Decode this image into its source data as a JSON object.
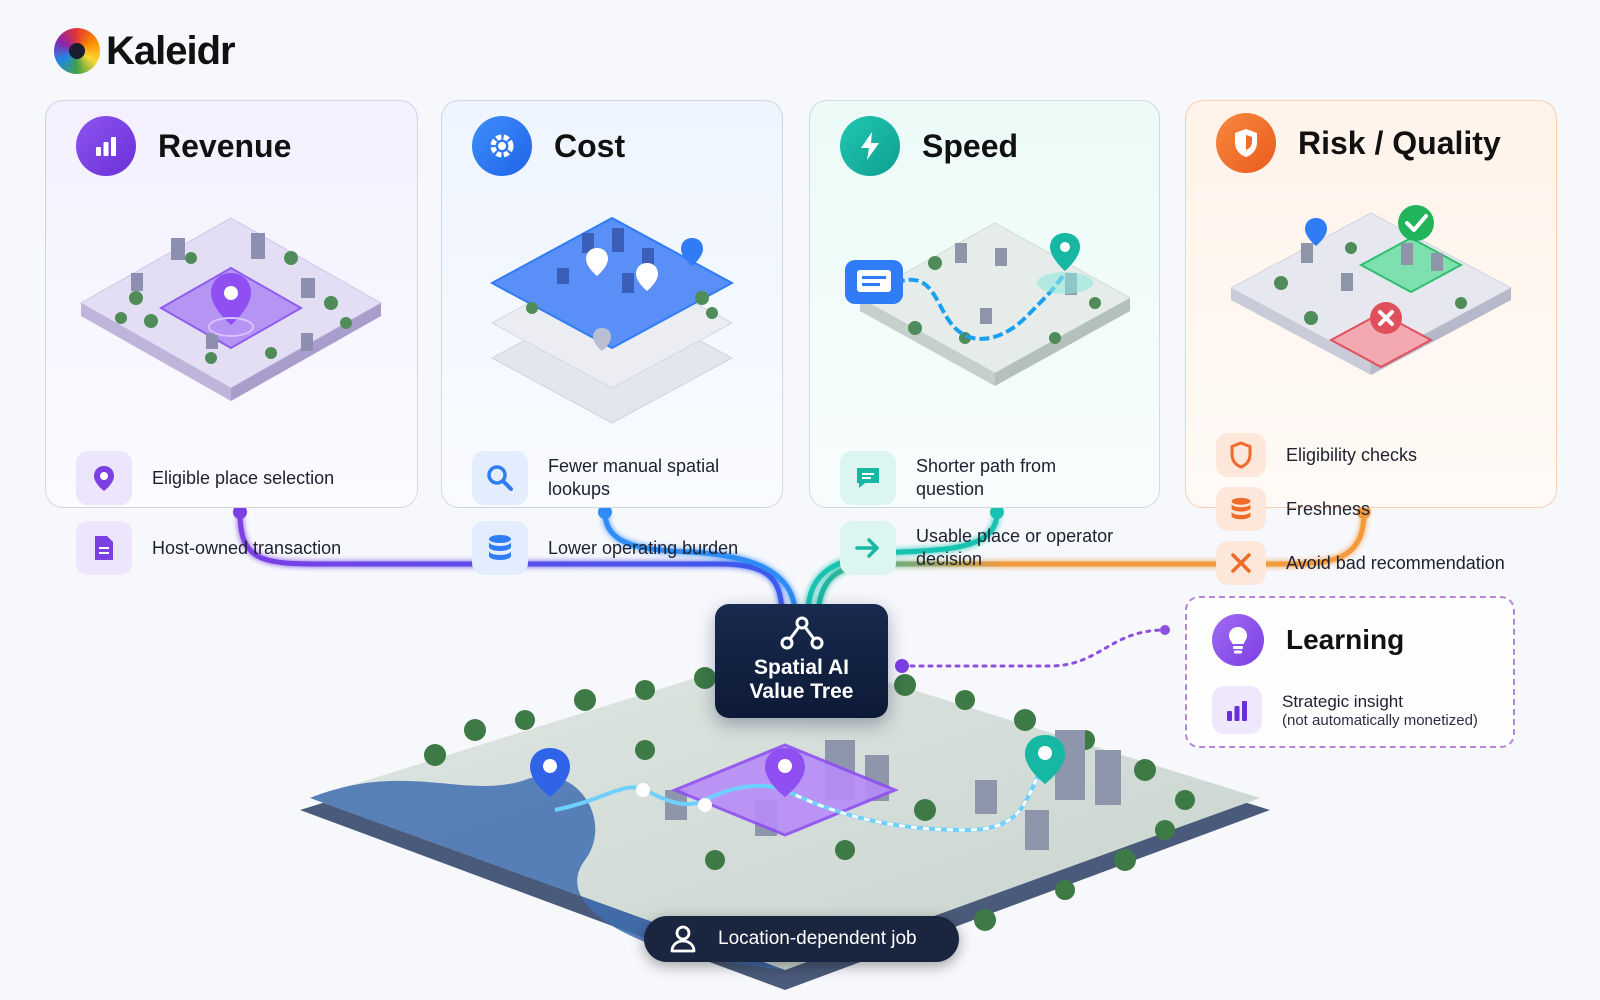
{
  "brand": {
    "name": "Kaleidr"
  },
  "colors": {
    "revenue": "#7b3fe4",
    "cost": "#2f7cf6",
    "speed": "#14b8a6",
    "risk": "#f06a2a",
    "learning": "#8e4fe0",
    "center": "#12213f"
  },
  "cards": {
    "revenue": {
      "title": "Revenue",
      "icon": "bar-chart-icon",
      "items": [
        {
          "icon": "map-pin-icon",
          "label": "Eligible place selection"
        },
        {
          "icon": "document-icon",
          "label": "Host-owned transaction"
        }
      ]
    },
    "cost": {
      "title": "Cost",
      "icon": "gear-icon",
      "items": [
        {
          "icon": "search-icon",
          "label": "Fewer manual spatial lookups"
        },
        {
          "icon": "database-icon",
          "label": "Lower operating burden"
        }
      ]
    },
    "speed": {
      "title": "Speed",
      "icon": "lightning-icon",
      "items": [
        {
          "icon": "chat-icon",
          "label": "Shorter path from question"
        },
        {
          "icon": "arrow-right-icon",
          "label": "Usable place or operator decision"
        }
      ]
    },
    "risk": {
      "title": "Risk / Quality",
      "icon": "shield-icon",
      "items": [
        {
          "icon": "shield-outline-icon",
          "label": "Eligibility checks"
        },
        {
          "icon": "database-icon",
          "label": "Freshness"
        },
        {
          "icon": "x-icon",
          "label": "Avoid bad recommendation"
        }
      ]
    }
  },
  "center": {
    "title": "Spatial AI Value Tree",
    "icon": "tree-nodes-icon"
  },
  "learning": {
    "title": "Learning",
    "icon": "lightbulb-icon",
    "item": {
      "icon": "bar-chart-icon",
      "line1": "Strategic insight",
      "line2": "(not automatically monetized)"
    }
  },
  "job": {
    "label": "Location-dependent job",
    "icon": "user-icon"
  }
}
